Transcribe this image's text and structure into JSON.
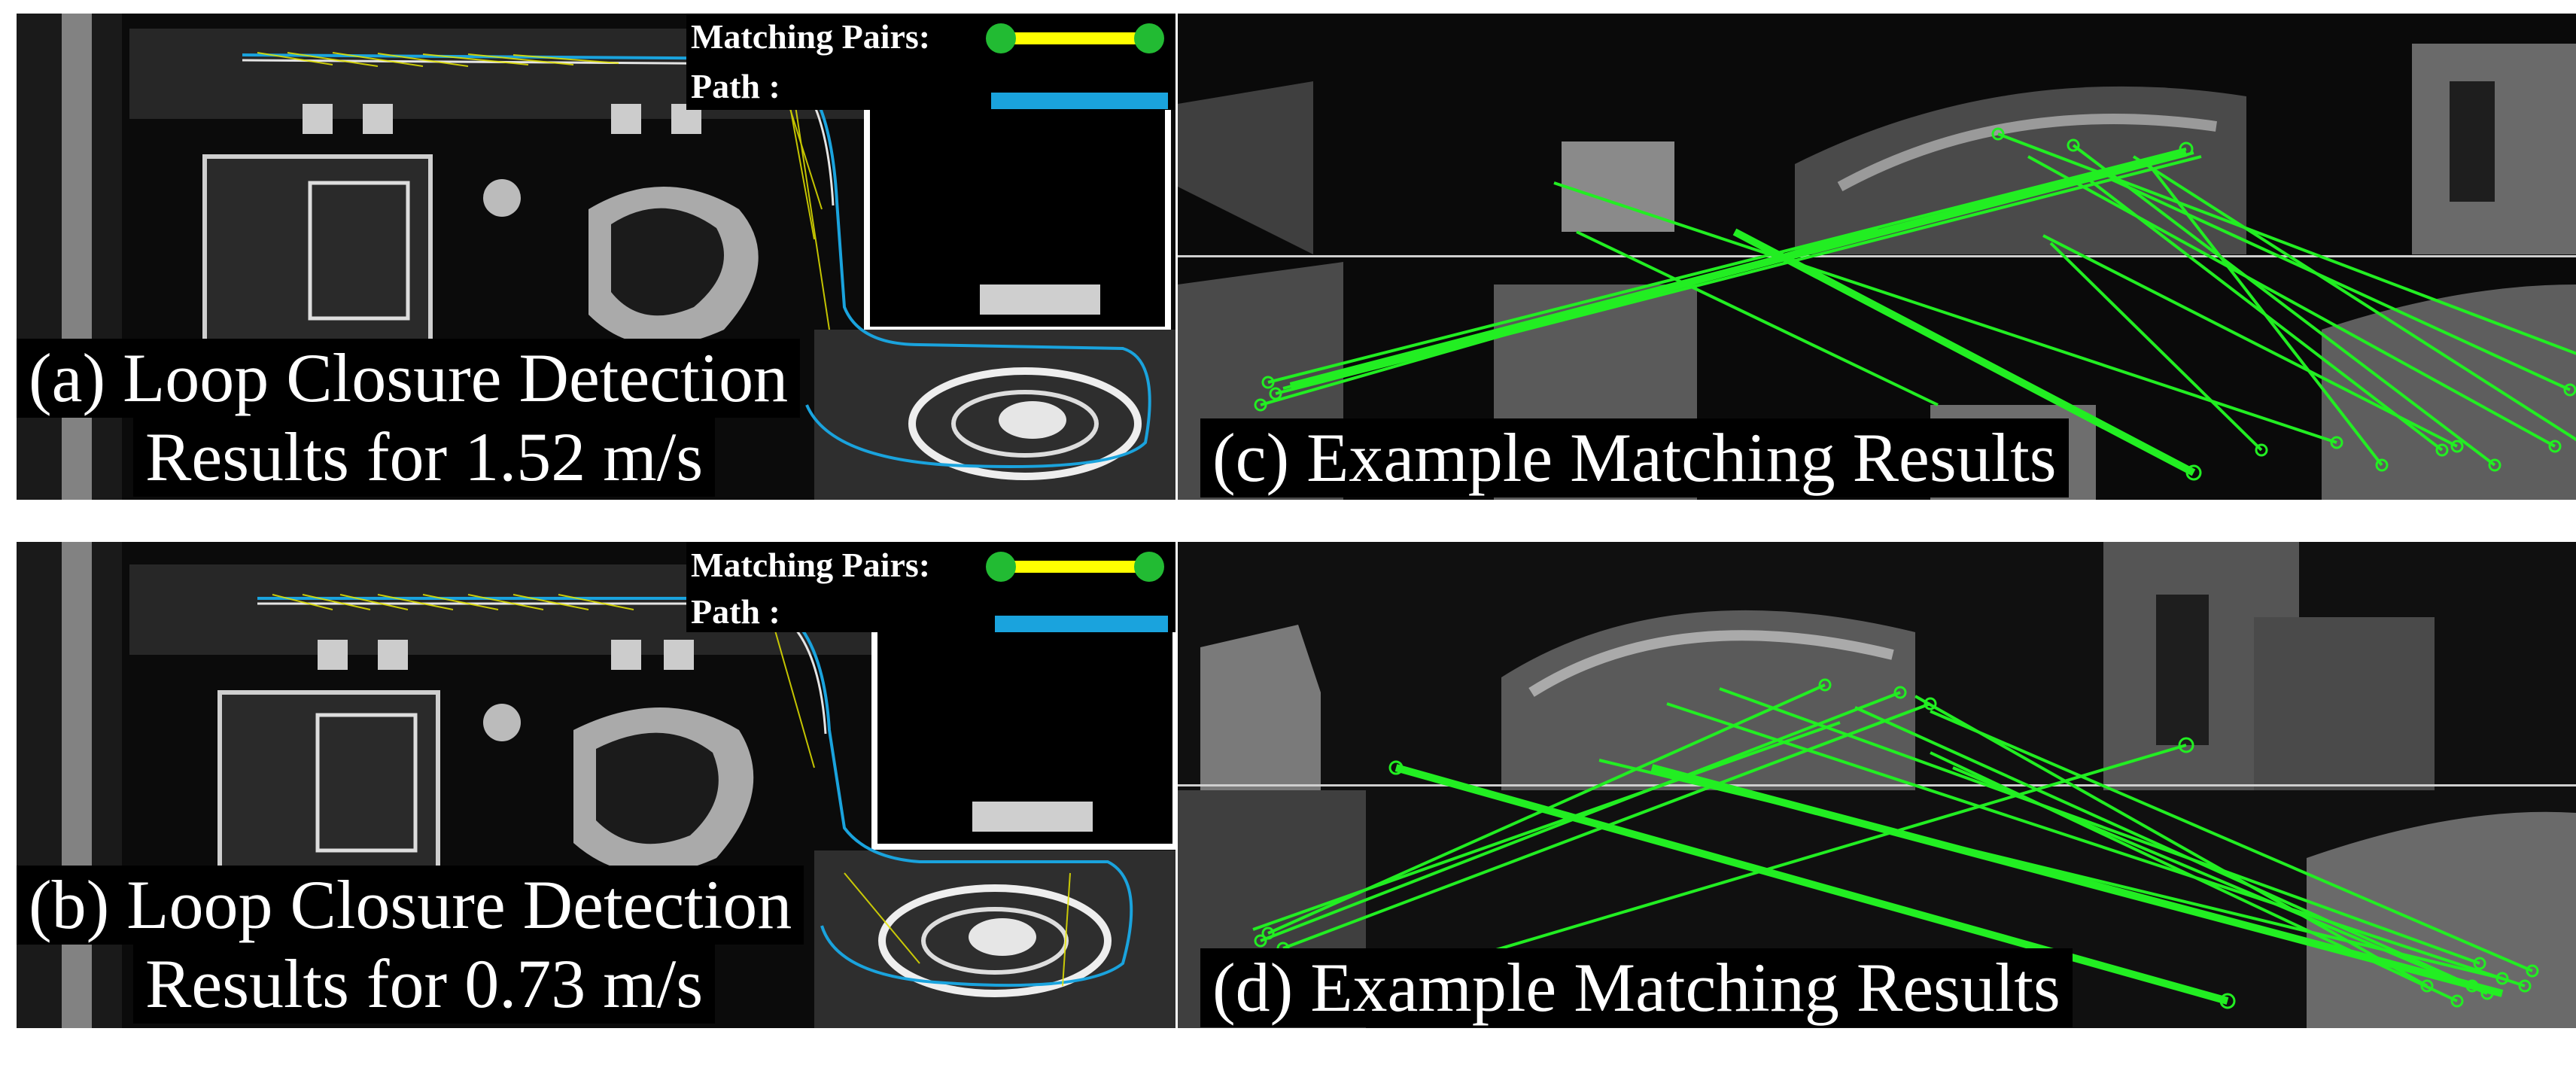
{
  "legend": {
    "matching_label": "Matching Pairs:",
    "path_label": "Path :",
    "matching_color": "#ffff00",
    "matching_endpoint_color": "#22bb33",
    "path_color": "#1aa3dd"
  },
  "panels": {
    "a": {
      "caption_line1": "(a) Loop Closure Detection",
      "caption_line2": "Results for 1.52 m/s"
    },
    "b": {
      "caption_line1": "(b) Loop Closure Detection",
      "caption_line2": "Results for 0.73 m/s"
    },
    "c": {
      "caption": "(c) Example Matching Results"
    },
    "d": {
      "caption": "(d) Example Matching Results"
    }
  },
  "colors": {
    "match_line": "#22ee22",
    "background": "#ffffff",
    "panel_bg": "#060606"
  }
}
